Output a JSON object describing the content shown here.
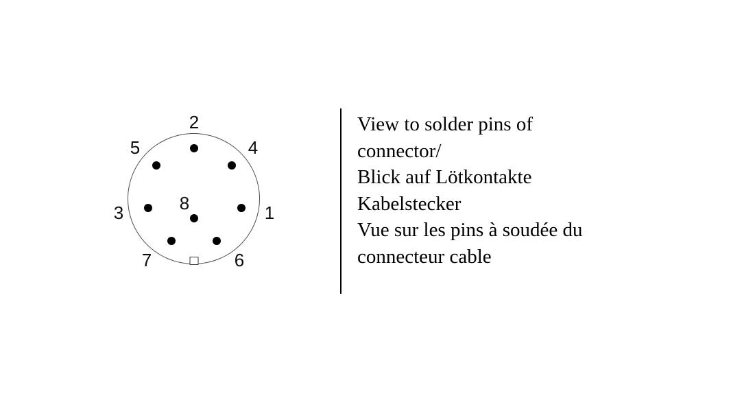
{
  "diagram": {
    "name": "8-pin circular connector solder-side pinout",
    "pin_color": "#000000",
    "outline_color": "#4d4d4d",
    "pins": [
      {
        "label": "1",
        "position": "right"
      },
      {
        "label": "2",
        "position": "top"
      },
      {
        "label": "3",
        "position": "left"
      },
      {
        "label": "4",
        "position": "upper-right"
      },
      {
        "label": "5",
        "position": "upper-left"
      },
      {
        "label": "6",
        "position": "lower-right"
      },
      {
        "label": "7",
        "position": "lower-left"
      },
      {
        "label": "8",
        "position": "center"
      }
    ],
    "notch": "keying-notch at bottom"
  },
  "caption": {
    "lines": [
      "View to solder pins of",
      "connector/",
      "Blick auf Lötkontakte",
      "Kabelstecker",
      "Vue sur les pins à soudée du",
      "connecteur cable"
    ]
  }
}
